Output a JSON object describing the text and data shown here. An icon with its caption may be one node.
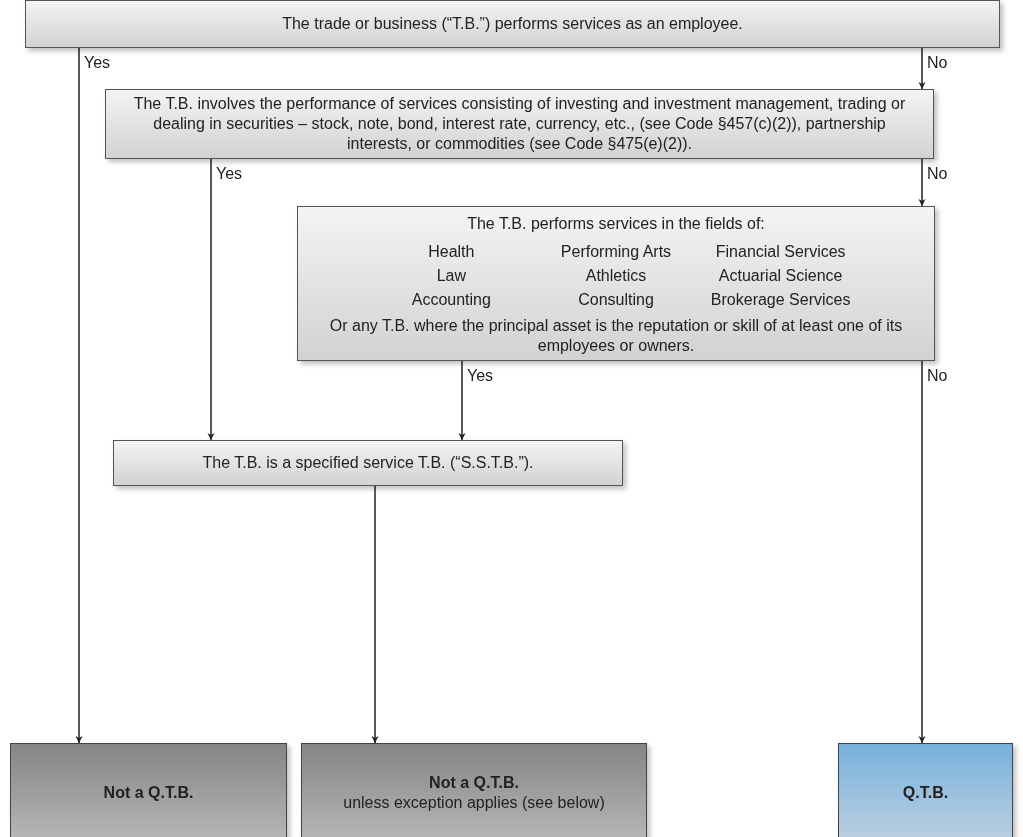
{
  "diagram": {
    "nodes": [
      {
        "text": [
          "The trade or business (“T.B.”) performs services as an employee."
        ]
      },
      {
        "text": [
          "The T.B. involves the performance of services consisting of investing and investment management, trading or dealing in securities – stock, note, bond, interest rate, currency, etc., (see Code §457(c)(2)), partnership interests, or commodities (see Code §475(e)(2))."
        ]
      },
      {
        "text": [
          "The T.B. performs services in the fields of:",
          "Health",
          "Performing Arts",
          "Financial Services",
          "Law",
          "Athletics",
          "Actuarial Science",
          "Accounting",
          "Consulting",
          "Brokerage Services",
          "Or any T.B. where the principal asset is the reputation or skill of at least one of its employees or owners."
        ]
      },
      {
        "text": [
          "The T.B. is a specified service T.B. (“S.S.T.B.”)."
        ]
      },
      {
        "text": [
          "Not a Q.T.B."
        ]
      },
      {
        "text": [
          "Not a Q.T.B.",
          "unless exception applies (see below)"
        ]
      },
      {
        "text": [
          "Q.T.B."
        ]
      }
    ],
    "edges": [
      {
        "from": 0,
        "to": 4,
        "label": "Yes",
        "arrow": "to"
      },
      {
        "from": 0,
        "to": 1,
        "label": "No",
        "arrow": "to"
      },
      {
        "from": 1,
        "to": 3,
        "label": "Yes",
        "arrow": "to"
      },
      {
        "from": 1,
        "to": 2,
        "label": "No",
        "arrow": "to"
      },
      {
        "from": 2,
        "to": 3,
        "label": "Yes",
        "arrow": "to"
      },
      {
        "from": 2,
        "to": 6,
        "label": "No",
        "arrow": "to"
      },
      {
        "from": 3,
        "to": 5,
        "arrow": "to"
      }
    ]
  }
}
